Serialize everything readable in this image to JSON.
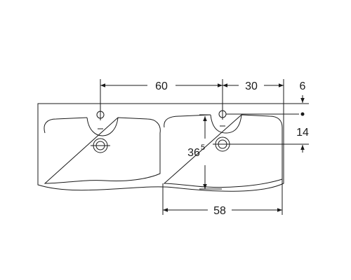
{
  "diagram": {
    "type": "technical-drawing",
    "subject": "double washbasin top view",
    "line_color": "#1a1a1a",
    "dimensions": {
      "left_tap_to_right_tap": "60",
      "right_tap_to_edge": "30",
      "top_offset": "6",
      "tap_to_overflow": "14",
      "bowl_depth_main": "36",
      "bowl_depth_sup": "5",
      "right_bowl_width": "58"
    }
  }
}
